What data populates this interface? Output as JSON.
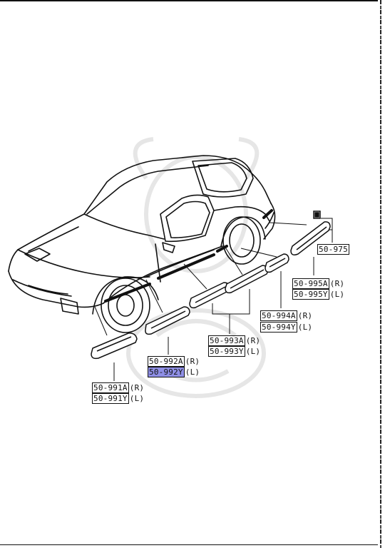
{
  "parts": {
    "p975": "50-975",
    "p995a": "50-995A",
    "p995a_side": "(R)",
    "p995y": "50-995Y",
    "p995y_side": "(L)",
    "p994a": "50-994A",
    "p994a_side": "(R)",
    "p994y": "50-994Y",
    "p994y_side": "(L)",
    "p993a": "50-993A",
    "p993a_side": "(R)",
    "p993y": "50-993Y",
    "p993y_side": "(L)",
    "p992a": "50-992A",
    "p992a_side": "(R)",
    "p992y": "50-992Y",
    "p992y_side": "(L)",
    "p991a": "50-991A",
    "p991a_side": "(R)",
    "p991y": "50-991Y",
    "p991y_side": "(L)"
  },
  "colors": {
    "highlight": "#8f8fe6",
    "ink": "#111111"
  },
  "highlighted_part": "50-992Y"
}
